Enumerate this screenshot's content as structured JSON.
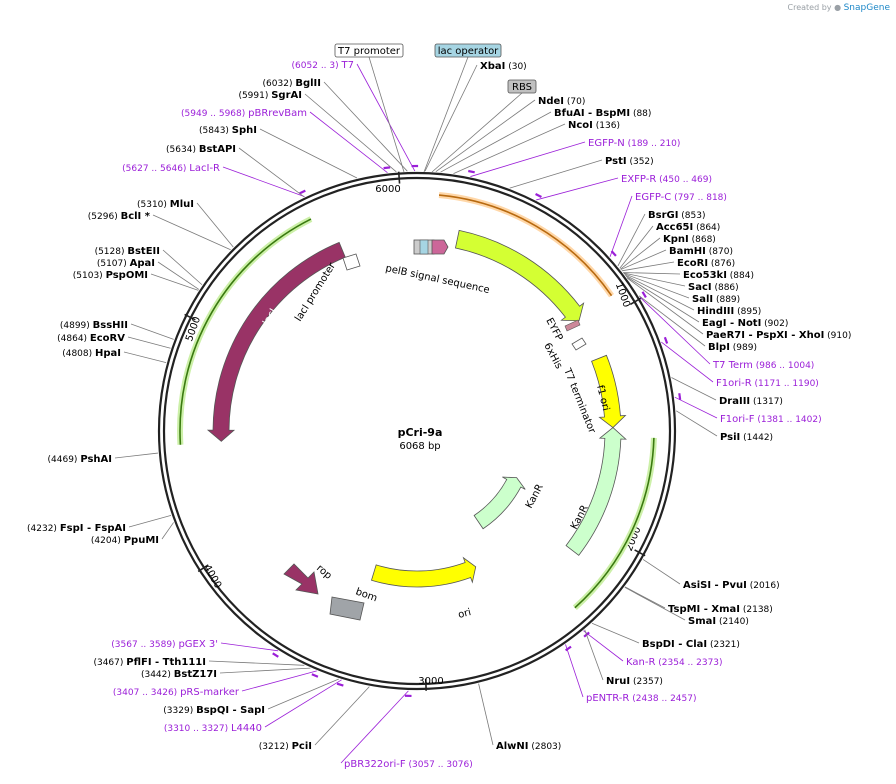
{
  "watermark": {
    "prefix": "Created by",
    "brand": "SnapGene"
  },
  "plasmid": {
    "name": "pCri-9a",
    "size_label": "6068 bp",
    "length": 6068
  },
  "scale_ticks": [
    "1000",
    "2000",
    "3000",
    "4000",
    "5000",
    "6000"
  ],
  "colors": {
    "enzyme": "#000000",
    "primer": "#9b1fd8",
    "line": "#7a7a7a",
    "lacI": "#993366",
    "EYFP": "#d4ff33",
    "f1ori": "#ffff00",
    "ori": "#ffff00",
    "KanR": "#ccffcc",
    "rop": "#993366",
    "bom": "#a0a4a8",
    "pelB": "#cc6699",
    "lacOp": "#a6d5e3",
    "RBS": "#c0c0c0",
    "orange_track": "#ff9933",
    "green_track": "#66aa22"
  },
  "boxed_labels": [
    {
      "text": "T7 promoter",
      "fill": "#ffffff"
    },
    {
      "text": "lac operator",
      "fill": "#a6d5e3"
    },
    {
      "text": "RBS",
      "fill": "#c0c0c0"
    }
  ],
  "sites": [
    {
      "name": "XbaI",
      "pos": "(30)",
      "coord": 30,
      "type": "enzyme"
    },
    {
      "name": "NdeI",
      "pos": "(70)",
      "coord": 70,
      "type": "enzyme"
    },
    {
      "name": "BfuAI  -  BspMI",
      "pos": "(88)",
      "coord": 88,
      "type": "enzyme"
    },
    {
      "name": "NcoI",
      "pos": "(136)",
      "coord": 136,
      "type": "enzyme"
    },
    {
      "name": "EGFP-N",
      "pos": "(189 .. 210)",
      "coord": 200,
      "type": "primer"
    },
    {
      "name": "PstI",
      "pos": "(352)",
      "coord": 352,
      "type": "enzyme"
    },
    {
      "name": "EXFP-R",
      "pos": "(450 .. 469)",
      "coord": 460,
      "type": "primer"
    },
    {
      "name": "EGFP-C",
      "pos": "(797 .. 818)",
      "coord": 808,
      "type": "primer"
    },
    {
      "name": "BsrGI",
      "pos": "(853)",
      "coord": 853,
      "type": "enzyme"
    },
    {
      "name": "Acc65I",
      "pos": "(864)",
      "coord": 864,
      "type": "enzyme"
    },
    {
      "name": "KpnI",
      "pos": "(868)",
      "coord": 868,
      "type": "enzyme"
    },
    {
      "name": "BamHI",
      "pos": "(870)",
      "coord": 870,
      "type": "enzyme"
    },
    {
      "name": "EcoRI",
      "pos": "(876)",
      "coord": 876,
      "type": "enzyme"
    },
    {
      "name": "Eco53kI",
      "pos": "(884)",
      "coord": 884,
      "type": "enzyme"
    },
    {
      "name": "SacI",
      "pos": "(886)",
      "coord": 886,
      "type": "enzyme"
    },
    {
      "name": "SalI",
      "pos": "(889)",
      "coord": 889,
      "type": "enzyme"
    },
    {
      "name": "HindIII",
      "pos": "(895)",
      "coord": 895,
      "type": "enzyme"
    },
    {
      "name": "EagI  -  NotI",
      "pos": "(902)",
      "coord": 902,
      "type": "enzyme"
    },
    {
      "name": "PaeR7I  -  PspXI  -  XhoI",
      "pos": "(910)",
      "coord": 910,
      "type": "enzyme"
    },
    {
      "name": "BlpI",
      "pos": "(989)",
      "coord": 989,
      "type": "enzyme"
    },
    {
      "name": "T7 Term",
      "pos": "(986 .. 1004)",
      "coord": 995,
      "type": "primer"
    },
    {
      "name": "F1ori-R",
      "pos": "(1171 .. 1190)",
      "coord": 1180,
      "type": "primer"
    },
    {
      "name": "DraIII",
      "pos": "(1317)",
      "coord": 1317,
      "type": "enzyme"
    },
    {
      "name": "F1ori-F",
      "pos": "(1381 .. 1402)",
      "coord": 1391,
      "type": "primer"
    },
    {
      "name": "PsiI",
      "pos": "(1442)",
      "coord": 1442,
      "type": "enzyme"
    },
    {
      "name": "AsiSI  -  PvuI",
      "pos": "(2016)",
      "coord": 2016,
      "type": "enzyme"
    },
    {
      "name": "TspMI  -  XmaI",
      "pos": "(2138)",
      "coord": 2138,
      "type": "enzyme"
    },
    {
      "name": "SmaI",
      "pos": "(2140)",
      "coord": 2140,
      "type": "enzyme"
    },
    {
      "name": "BspDI  -  ClaI",
      "pos": "(2321)",
      "coord": 2321,
      "type": "enzyme"
    },
    {
      "name": "Kan-R",
      "pos": "(2354 .. 2373)",
      "coord": 2363,
      "type": "primer"
    },
    {
      "name": "NruI",
      "pos": "(2357)",
      "coord": 2357,
      "type": "enzyme"
    },
    {
      "name": "pENTR-R",
      "pos": "(2438 .. 2457)",
      "coord": 2447,
      "type": "primer"
    },
    {
      "name": "AlwNI",
      "pos": "(2803)",
      "coord": 2803,
      "type": "enzyme"
    },
    {
      "name": "pBR322ori-F",
      "pos": "(3057 .. 3076)",
      "coord": 3066,
      "type": "primer"
    },
    {
      "name": "PciI",
      "pos": "(3212)",
      "coord": 3212,
      "type": "enzyme"
    },
    {
      "name": "L4440",
      "pos": "(3310 .. 3327)",
      "coord": 3318,
      "type": "primer"
    },
    {
      "name": "BspQI  -  SapI",
      "pos": "(3329)",
      "coord": 3329,
      "type": "enzyme"
    },
    {
      "name": "pRS-marker",
      "pos": "(3407 .. 3426)",
      "coord": 3416,
      "type": "primer"
    },
    {
      "name": "BstZ17I",
      "pos": "(3442)",
      "coord": 3442,
      "type": "enzyme"
    },
    {
      "name": "PflFI  -  Tth111I",
      "pos": "(3467)",
      "coord": 3467,
      "type": "enzyme"
    },
    {
      "name": "pGEX 3'",
      "pos": "(3567 .. 3589)",
      "coord": 3578,
      "type": "primer"
    },
    {
      "name": "PpuMI",
      "pos": "(4204)",
      "coord": 4204,
      "type": "enzyme"
    },
    {
      "name": "FspI  -  FspAI",
      "pos": "(4232)",
      "coord": 4232,
      "type": "enzyme"
    },
    {
      "name": "PshAI",
      "pos": "(4469)",
      "coord": 4469,
      "type": "enzyme"
    },
    {
      "name": "HpaI",
      "pos": "(4808)",
      "coord": 4808,
      "type": "enzyme"
    },
    {
      "name": "EcoRV",
      "pos": "(4864)",
      "coord": 4864,
      "type": "enzyme"
    },
    {
      "name": "BssHII",
      "pos": "(4899)",
      "coord": 4899,
      "type": "enzyme"
    },
    {
      "name": "PspOMI",
      "pos": "(5103)",
      "coord": 5103,
      "type": "enzyme"
    },
    {
      "name": "ApaI",
      "pos": "(5107)",
      "coord": 5107,
      "type": "enzyme"
    },
    {
      "name": "BstEII",
      "pos": "(5128)",
      "coord": 5128,
      "type": "enzyme"
    },
    {
      "name": "BclI *",
      "pos": "(5296)",
      "coord": 5296,
      "type": "enzyme"
    },
    {
      "name": "MluI",
      "pos": "(5310)",
      "coord": 5310,
      "type": "enzyme"
    },
    {
      "name": "LacI-R",
      "pos": "(5627 .. 5646)",
      "coord": 5636,
      "type": "primer"
    },
    {
      "name": "BstAPI",
      "pos": "(5634)",
      "coord": 5634,
      "type": "enzyme"
    },
    {
      "name": "SphI",
      "pos": "(5843)",
      "coord": 5843,
      "type": "enzyme"
    },
    {
      "name": "pBRrevBam",
      "pos": "(5949 .. 5968)",
      "coord": 5958,
      "type": "primer"
    },
    {
      "name": "SgrAI",
      "pos": "(5991)",
      "coord": 5991,
      "type": "enzyme"
    },
    {
      "name": "BglII",
      "pos": "(6032)",
      "coord": 6032,
      "type": "enzyme"
    },
    {
      "name": "T7",
      "pos": "(6052 .. 3)",
      "coord": 6060,
      "type": "primer"
    }
  ],
  "features": [
    {
      "label": "pelB signal sequence"
    },
    {
      "label": "EYFP"
    },
    {
      "label": "6xHis"
    },
    {
      "label": "T7 terminator"
    },
    {
      "label": "f1 ori"
    },
    {
      "label": "KanR"
    },
    {
      "label": "KanR"
    },
    {
      "label": "ori"
    },
    {
      "label": "bom"
    },
    {
      "label": "rop"
    },
    {
      "label": "lacI"
    },
    {
      "label": "lacI promoter"
    }
  ]
}
